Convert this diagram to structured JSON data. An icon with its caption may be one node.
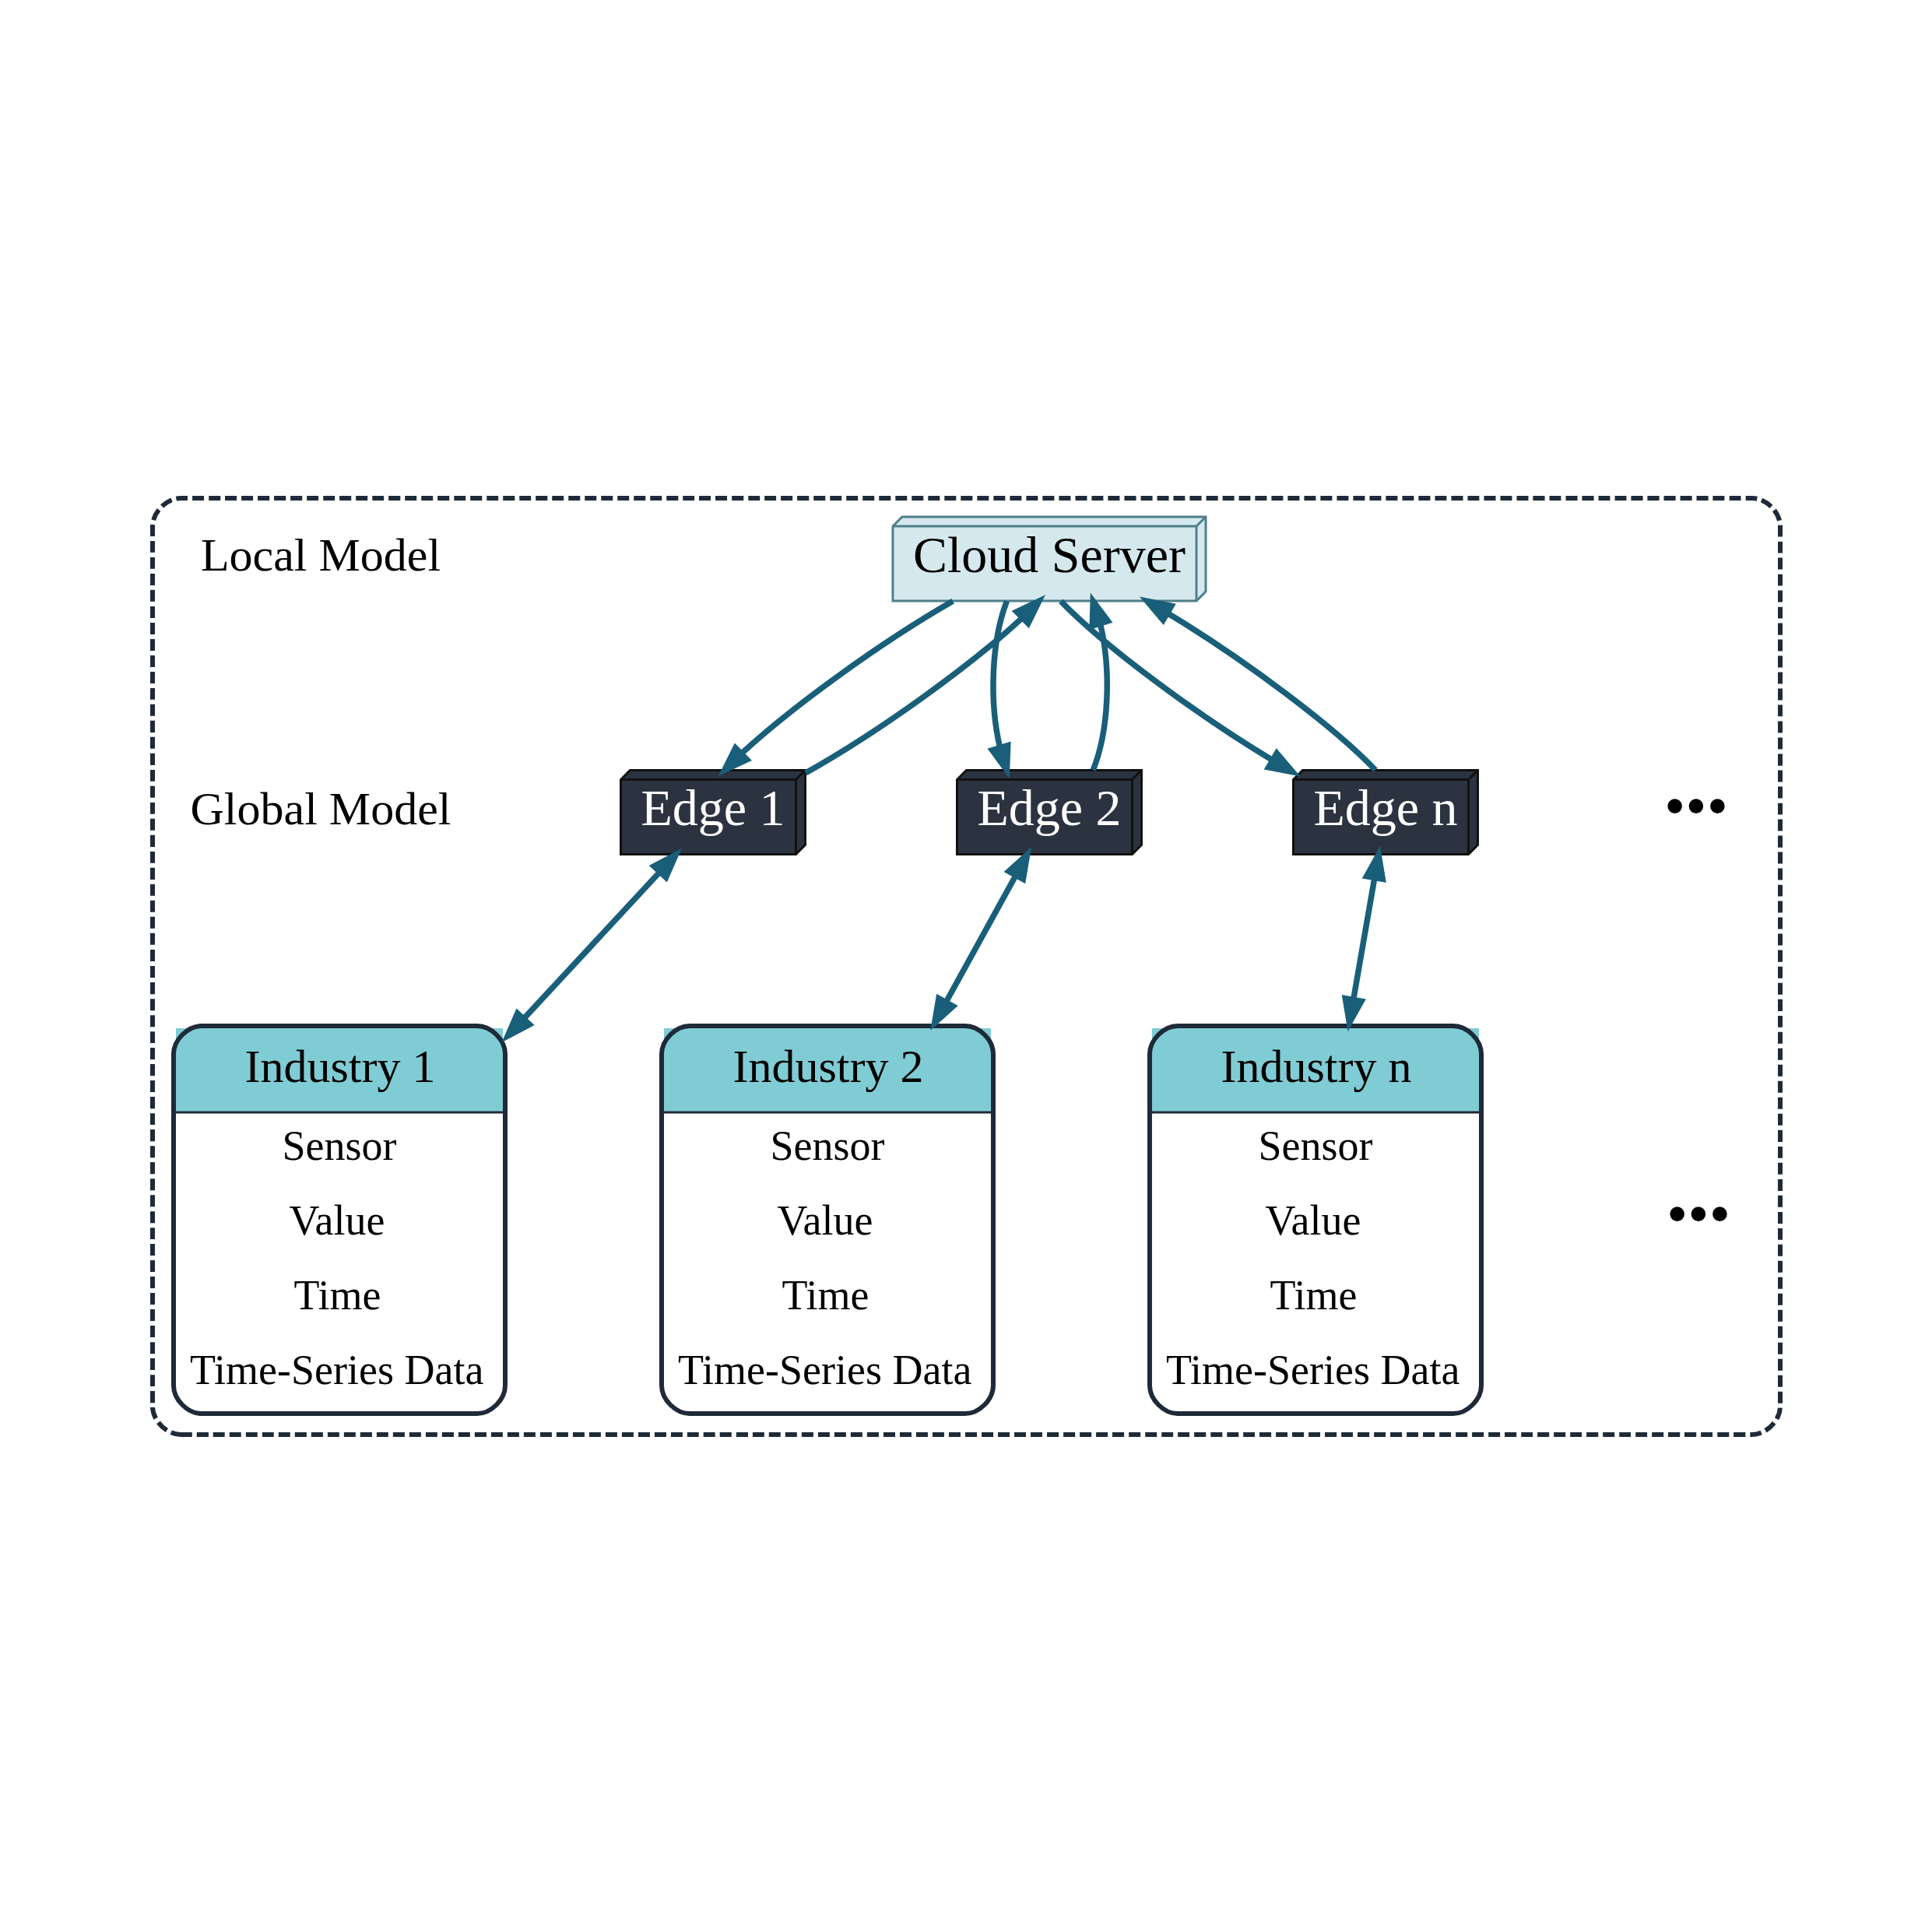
{
  "diagram": {
    "nodes": [
      {
        "text": [],
        "shape": "box"
      },
      {
        "text": [
          "Cloud Server"
        ],
        "in": 0
      },
      {
        "text": [
          "Edge 1"
        ],
        "in": 0
      },
      {
        "text": [
          "Edge 2"
        ],
        "in": 0
      },
      {
        "text": [
          "Edge n"
        ],
        "in": 0
      },
      {
        "text": [
          "Industry 1",
          "Sensor",
          "Value",
          "Time",
          "Time-Series Data"
        ],
        "in": 0
      },
      {
        "text": [
          "Industry 2",
          "Sensor",
          "Value",
          "Time",
          "Time-Series Data"
        ],
        "in": 0
      },
      {
        "text": [
          "Industry n",
          "Sensor",
          "Value",
          "Time",
          "Time-Series Data"
        ],
        "in": 0
      }
    ],
    "edges": [
      {
        "from": 2,
        "to": 1,
        "arrow": "to"
      },
      {
        "from": 1,
        "to": 2,
        "arrow": "to"
      },
      {
        "from": 1,
        "to": 3,
        "arrow": "to"
      },
      {
        "from": 3,
        "to": 1,
        "arrow": "to"
      },
      {
        "from": 4,
        "to": 1,
        "arrow": "to"
      },
      {
        "from": 1,
        "to": 4,
        "arrow": "to"
      },
      {
        "from": 2,
        "to": 5,
        "arrow": "both"
      },
      {
        "from": 3,
        "to": 6,
        "arrow": "both"
      },
      {
        "from": 4,
        "to": 7,
        "arrow": "both"
      }
    ],
    "labels": [
      "•••",
      "•••"
    ],
    "legend": [
      {
        "text": "Local Model"
      },
      {
        "text": "Global Model"
      }
    ]
  }
}
